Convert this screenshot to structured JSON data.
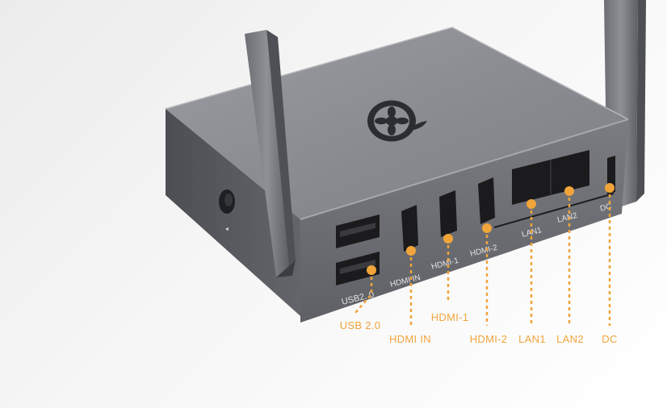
{
  "colors": {
    "accent": "#f0a43a",
    "background": "#f2f2f2",
    "device_top": "#8d8f94",
    "device_front": "#6e7075",
    "device_side": "#53555a",
    "port_black": "#1b1b1d"
  },
  "logo": {
    "icon": "flower-logo-icon"
  },
  "ports": [
    {
      "id": "usb",
      "label": "USB 2.0",
      "silk": "USB2. 0"
    },
    {
      "id": "hdmi-in",
      "label": "HDMI IN",
      "silk": "HDMI IN"
    },
    {
      "id": "hdmi-1",
      "label": "HDMI-1",
      "silk": "HDMI-1"
    },
    {
      "id": "hdmi-2",
      "label": "HDMI-2",
      "silk": "HDMI-2"
    },
    {
      "id": "lan1",
      "label": "LAN1",
      "silk": "LAN1"
    },
    {
      "id": "lan2",
      "label": "LAN2",
      "silk": "LAN2"
    },
    {
      "id": "dc",
      "label": "DC",
      "silk": "DC"
    }
  ]
}
